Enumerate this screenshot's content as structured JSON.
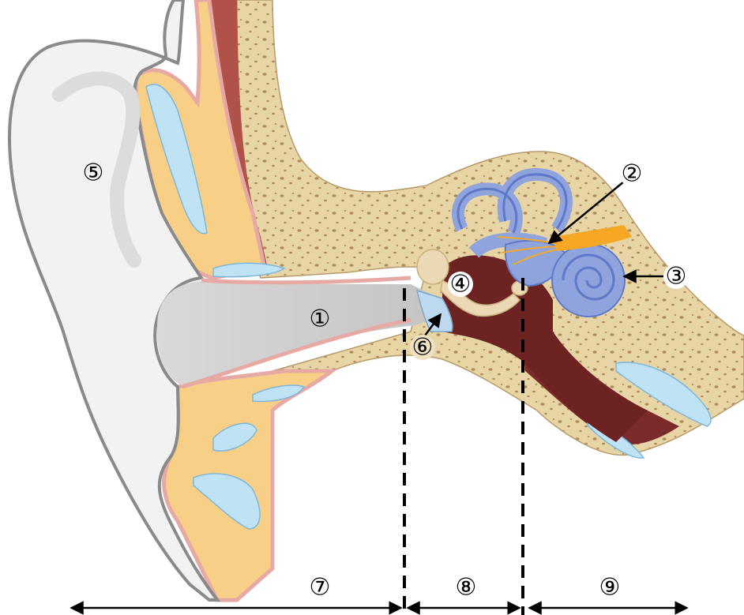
{
  "diagram": {
    "labels": {
      "ear_canal": "①",
      "semicircular_canals": "②",
      "cochlea": "③",
      "ossicles": "④",
      "pinna": "⑤",
      "eardrum": "⑥",
      "outer_ear": "⑦",
      "middle_ear": "⑧",
      "inner_ear": "⑨"
    },
    "colors": {
      "pinna": "#f2f2f2",
      "pinna_outline": "#8a8a8a",
      "canal": "#cfcfcf",
      "cartilage": "#f7cf86",
      "skin": "#e6a9a4",
      "fluid": "#bfe3f5",
      "bone": "#e8d5a6",
      "bone_dots": "#b08b5e",
      "muscle": "#b0514a",
      "cavity": "#6e2323",
      "labyrinth": "#8fa3dd",
      "labyrinth_dark": "#5f78c8",
      "nerve": "#f4a824",
      "eardrum": "#bcd9ef",
      "ossicle": "#ead9b4"
    }
  }
}
